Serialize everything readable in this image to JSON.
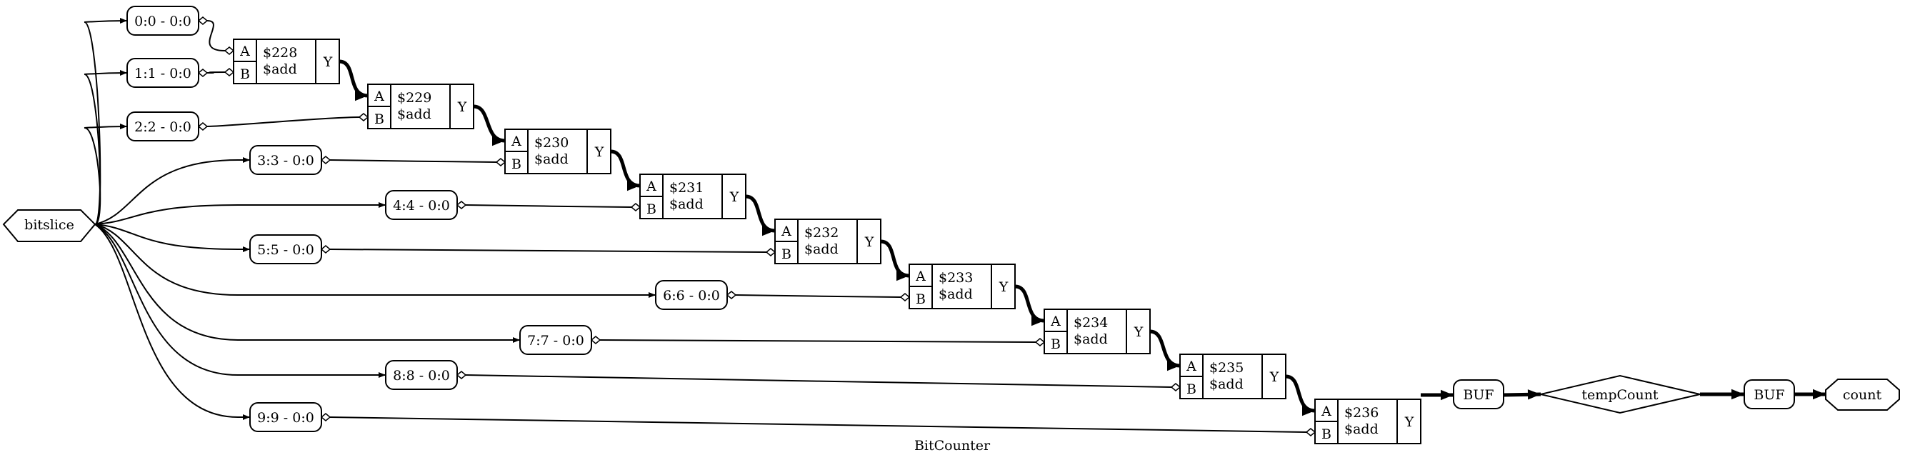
{
  "title": "BitCounter",
  "input_port": "bitslice",
  "output_port": "count",
  "slices": [
    "0:0 - 0:0",
    "1:1 - 0:0",
    "2:2 - 0:0",
    "3:3 - 0:0",
    "4:4 - 0:0",
    "5:5 - 0:0",
    "6:6 - 0:0",
    "7:7 - 0:0",
    "8:8 - 0:0",
    "9:9 - 0:0"
  ],
  "adders": [
    {
      "id": "$228",
      "op": "$add",
      "in_a": "A",
      "in_b": "B",
      "out": "Y"
    },
    {
      "id": "$229",
      "op": "$add",
      "in_a": "A",
      "in_b": "B",
      "out": "Y"
    },
    {
      "id": "$230",
      "op": "$add",
      "in_a": "A",
      "in_b": "B",
      "out": "Y"
    },
    {
      "id": "$231",
      "op": "$add",
      "in_a": "A",
      "in_b": "B",
      "out": "Y"
    },
    {
      "id": "$232",
      "op": "$add",
      "in_a": "A",
      "in_b": "B",
      "out": "Y"
    },
    {
      "id": "$233",
      "op": "$add",
      "in_a": "A",
      "in_b": "B",
      "out": "Y"
    },
    {
      "id": "$234",
      "op": "$add",
      "in_a": "A",
      "in_b": "B",
      "out": "Y"
    },
    {
      "id": "$235",
      "op": "$add",
      "in_a": "A",
      "in_b": "B",
      "out": "Y"
    },
    {
      "id": "$236",
      "op": "$add",
      "in_a": "A",
      "in_b": "B",
      "out": "Y"
    }
  ],
  "buffers": [
    "BUF",
    "BUF"
  ],
  "wire": "tempCount"
}
